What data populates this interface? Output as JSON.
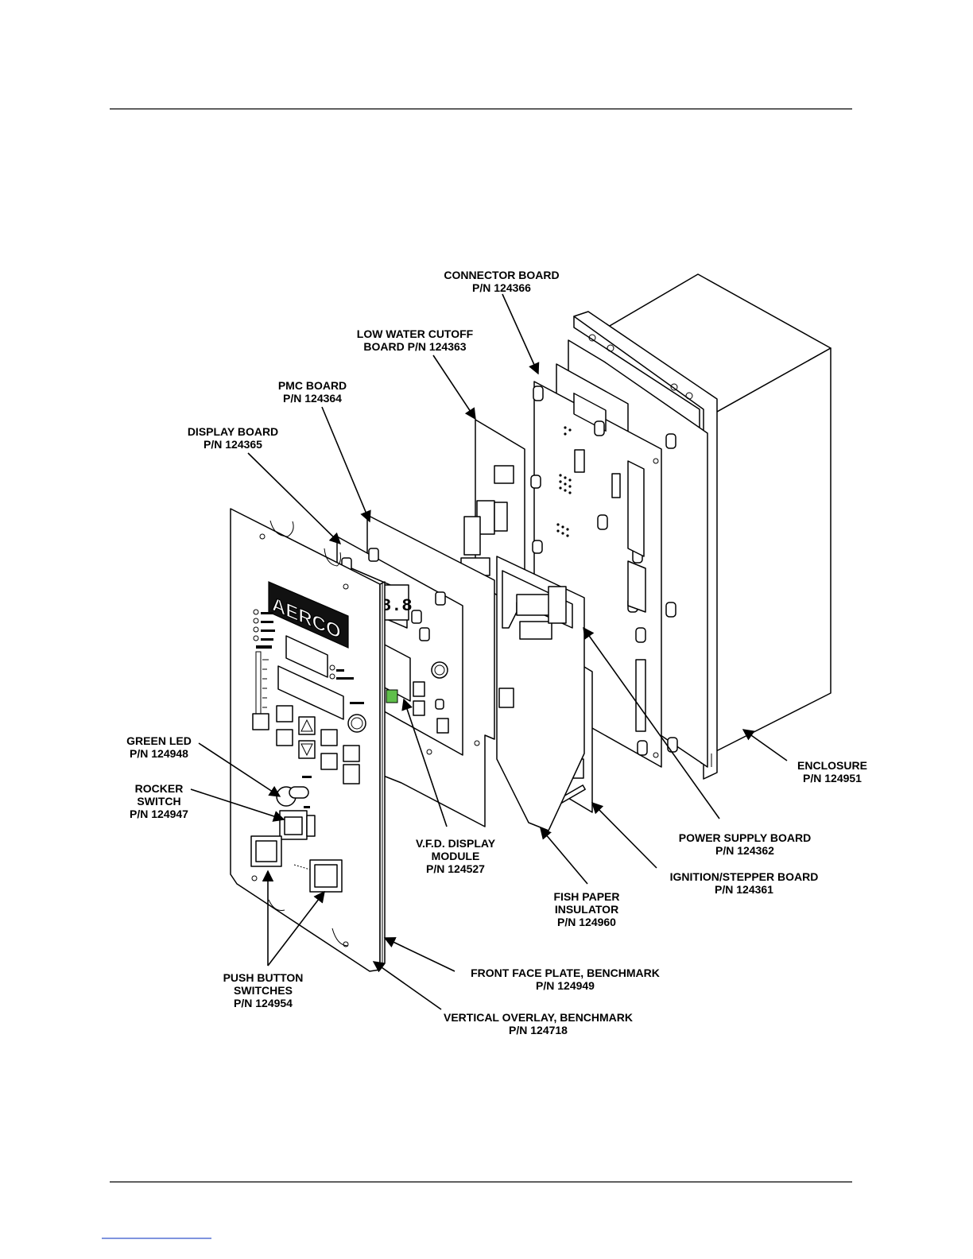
{
  "logo_text": "AERCO",
  "labels": {
    "connector_board": [
      "CONNECTOR BOARD",
      "P/N 124366"
    ],
    "low_water_cutoff": [
      "LOW WATER CUTOFF",
      "BOARD P/N 124363"
    ],
    "pmc_board": [
      "PMC BOARD",
      "P/N 124364"
    ],
    "display_board": [
      "DISPLAY BOARD",
      "P/N 124365"
    ],
    "green_led": [
      "GREEN LED",
      "P/N 124948"
    ],
    "rocker_switch": [
      "ROCKER",
      "SWITCH",
      "P/N 124947"
    ],
    "push_button_switches": [
      "PUSH BUTTON",
      "SWITCHES",
      "P/N 124954"
    ],
    "vertical_overlay": [
      "VERTICAL OVERLAY, BENCHMARK",
      "P/N 124718"
    ],
    "front_face_plate": [
      "FRONT FACE PLATE, BENCHMARK",
      "P/N 124949"
    ],
    "vfd_display_module": [
      "V.F.D. DISPLAY",
      "MODULE",
      "P/N 124527"
    ],
    "fish_paper_insulator": [
      "FISH PAPER",
      "INSULATOR",
      "P/N 124960"
    ],
    "ignition_stepper_board": [
      "IGNITION/STEPPER BOARD",
      "P/N 124361"
    ],
    "power_supply_board": [
      "POWER SUPPLY BOARD",
      "P/N 124362"
    ],
    "enclosure": [
      "ENCLOSURE",
      "P/N 124951"
    ]
  },
  "colors": {
    "line": "#000000",
    "led_accent": "#5fbf4a",
    "footer_link": "#3355cc"
  }
}
